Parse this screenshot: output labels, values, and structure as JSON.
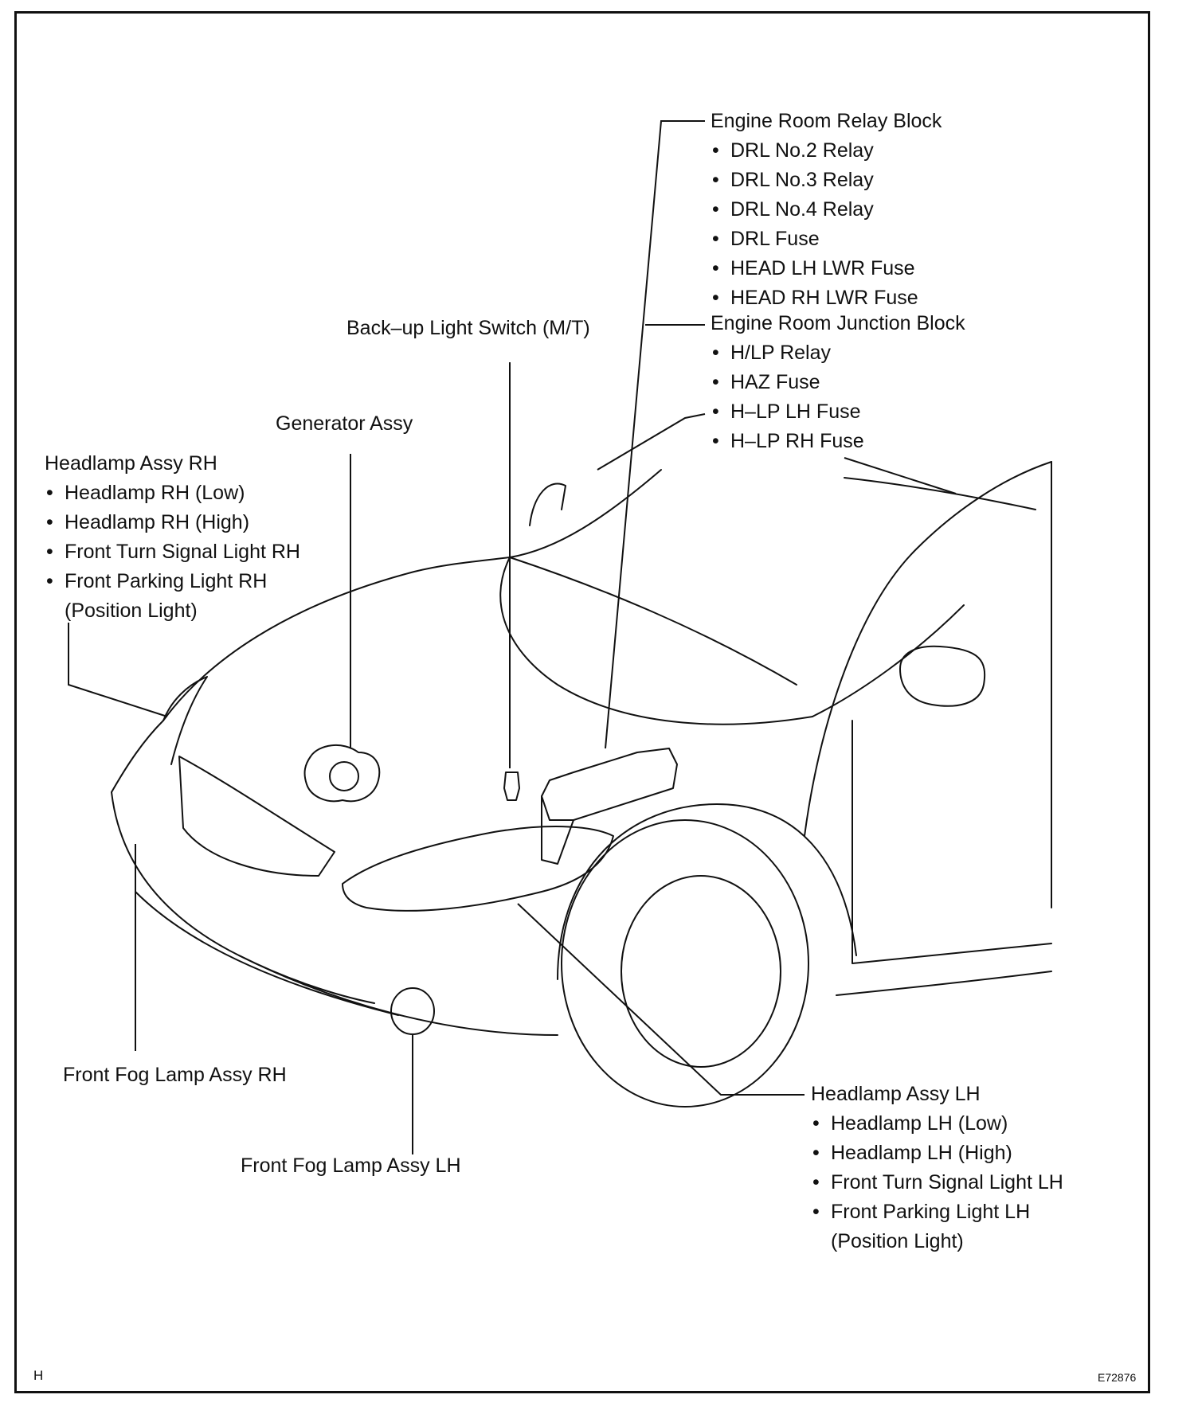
{
  "engine_room_relay_block": {
    "title": "Engine Room Relay Block",
    "items": [
      "DRL No.2 Relay",
      "DRL No.3 Relay",
      "DRL No.4 Relay",
      "DRL Fuse",
      "HEAD LH LWR Fuse",
      "HEAD RH LWR Fuse"
    ]
  },
  "engine_room_junction_block": {
    "title": "Engine Room Junction Block",
    "items": [
      "H/LP Relay",
      "HAZ Fuse",
      "H–LP LH Fuse",
      "H–LP RH Fuse"
    ]
  },
  "backup_light_switch": "Back–up Light Switch (M/T)",
  "generator_assy": "Generator Assy",
  "headlamp_assy_rh": {
    "title": "Headlamp Assy RH",
    "items": [
      "Headlamp RH (Low)",
      "Headlamp RH (High)",
      "Front Turn Signal Light RH",
      "Front Parking Light RH"
    ],
    "continuation": "(Position Light)"
  },
  "front_fog_lamp_assy_rh": "Front Fog Lamp Assy RH",
  "front_fog_lamp_assy_lh": "Front Fog Lamp Assy LH",
  "headlamp_assy_lh": {
    "title": "Headlamp Assy LH",
    "items": [
      "Headlamp LH (Low)",
      "Headlamp LH (High)",
      "Front Turn Signal Light LH",
      "Front Parking Light LH"
    ],
    "continuation": "(Position Light)"
  },
  "corner_left": "H",
  "figure_id": "E72876"
}
